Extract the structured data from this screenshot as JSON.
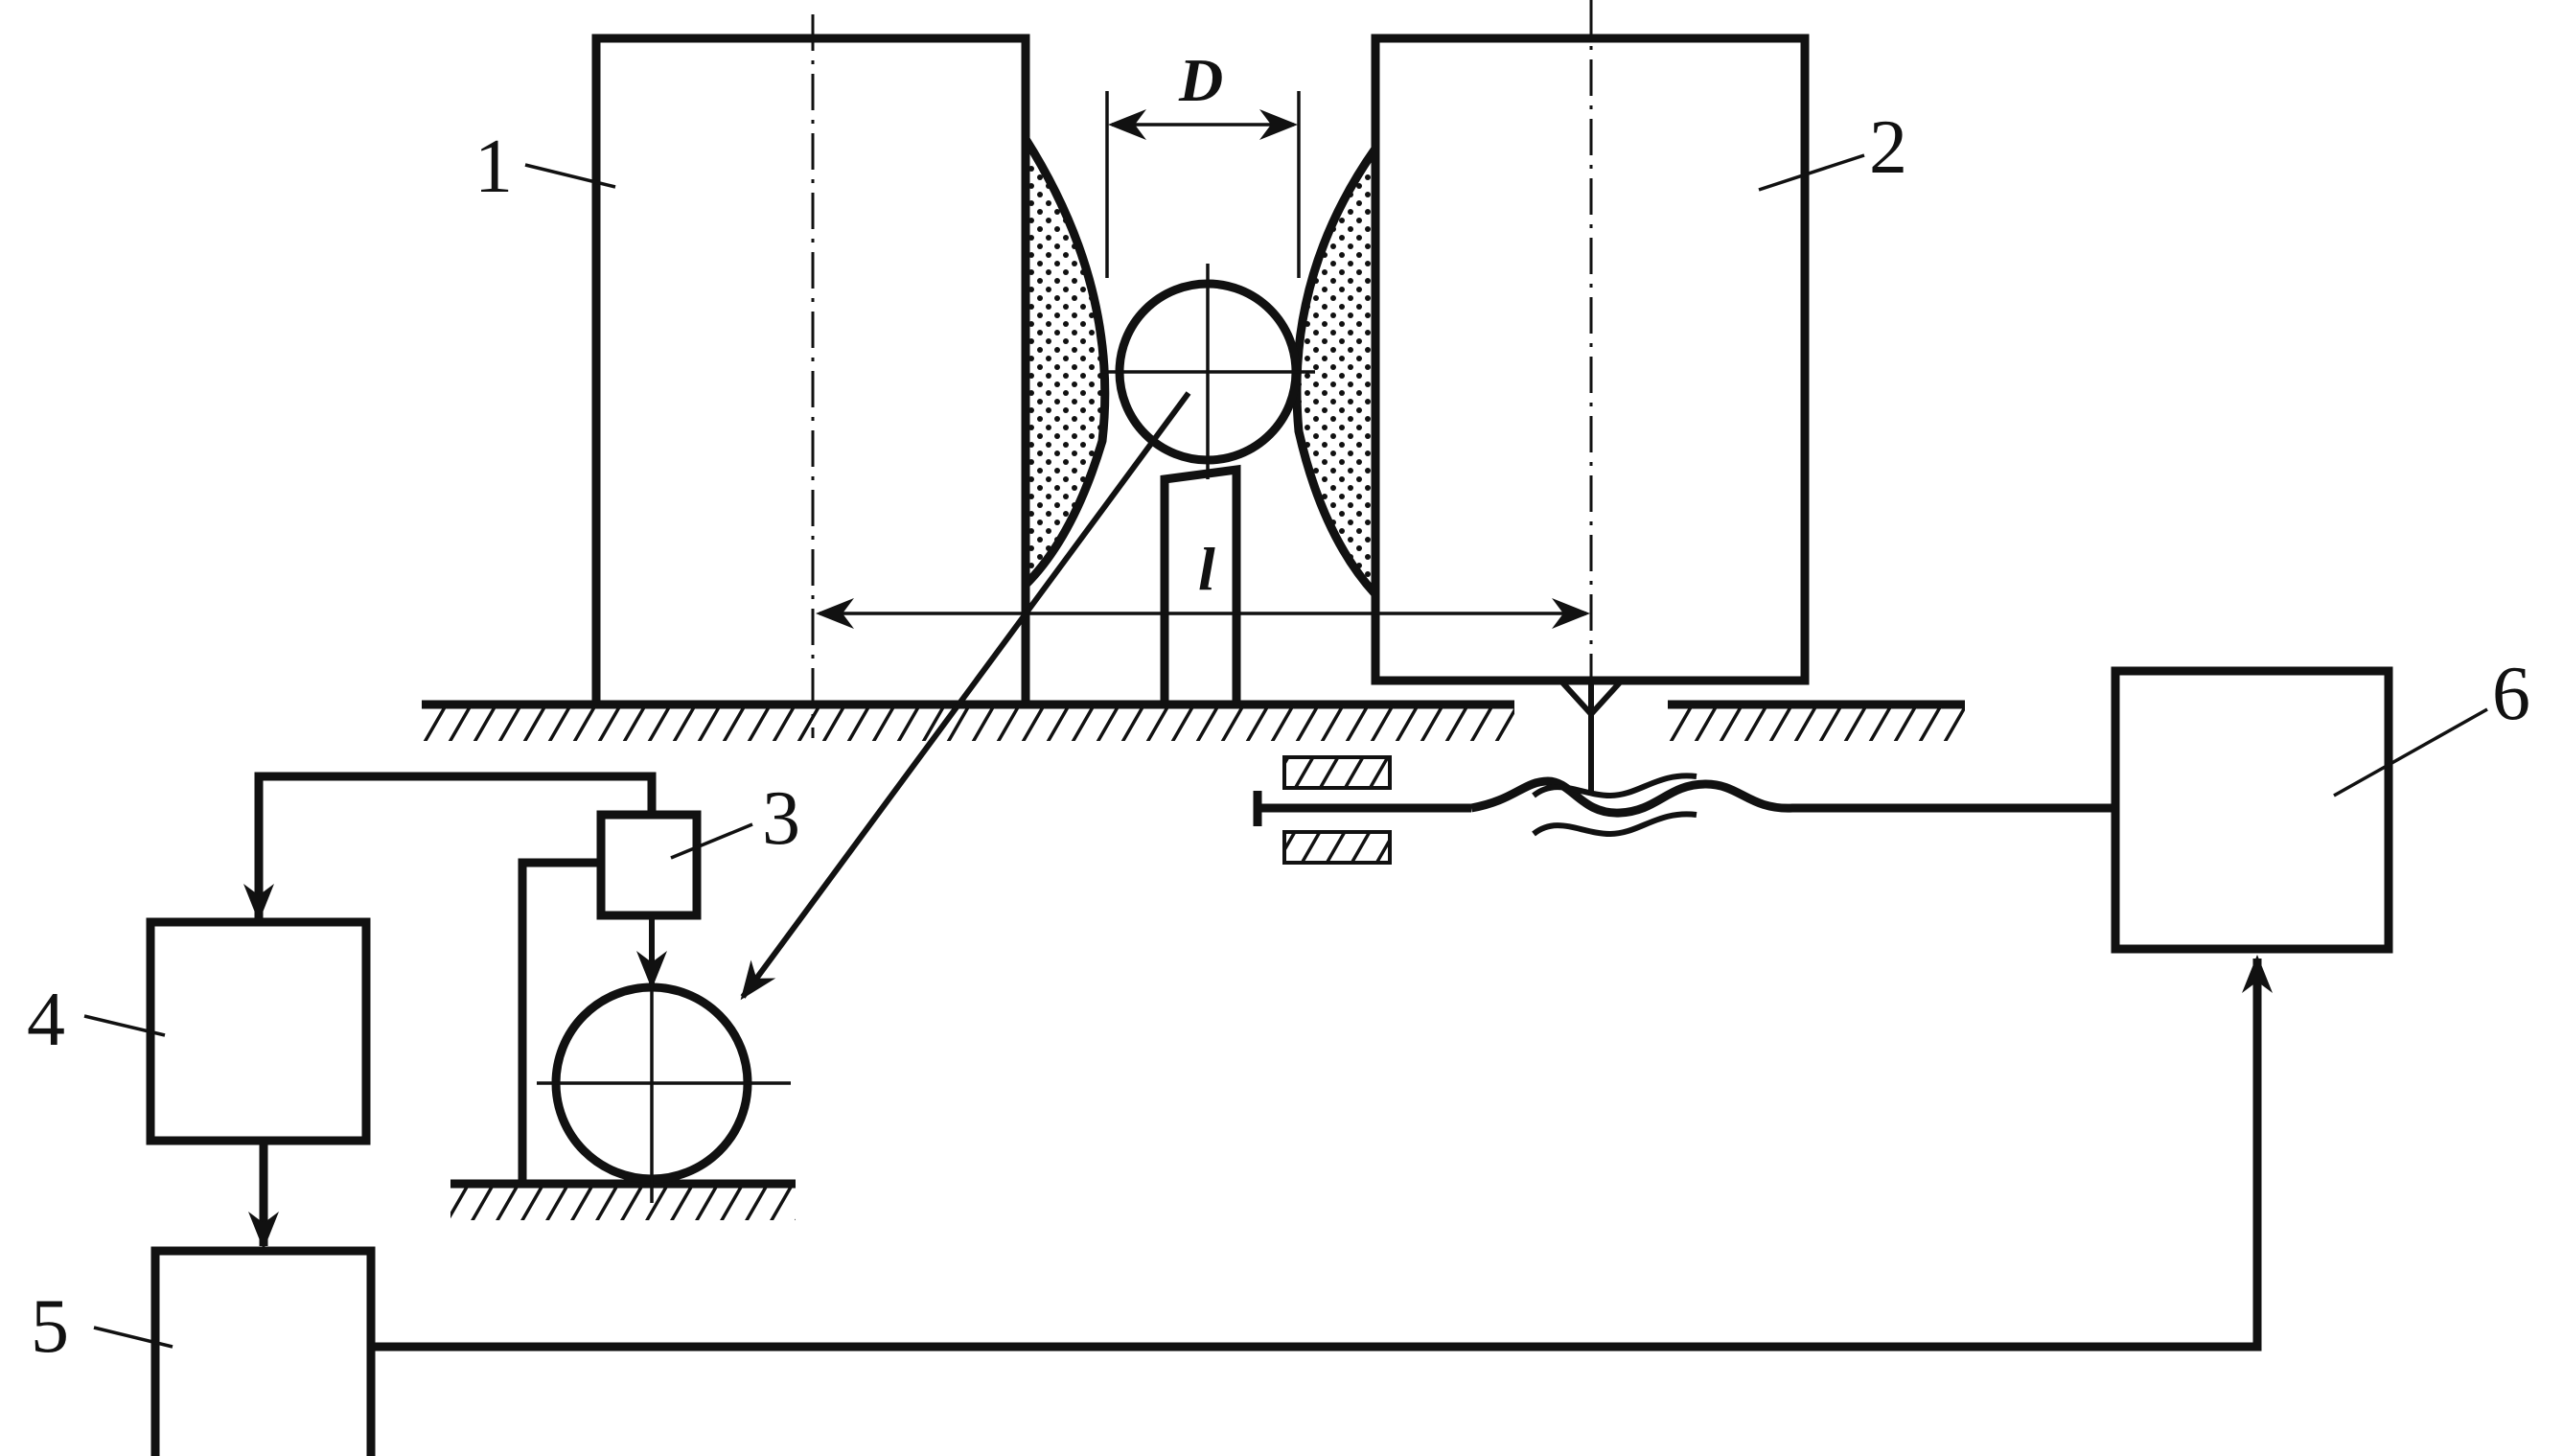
{
  "diagram": {
    "labels": {
      "item_1": "1",
      "item_2": "2",
      "item_3": "3",
      "item_4": "4",
      "item_5": "5",
      "item_6": "6",
      "dim_D": "D",
      "dim_l": "l"
    },
    "colors": {
      "ink": "#111111",
      "background": "#ffffff"
    }
  }
}
